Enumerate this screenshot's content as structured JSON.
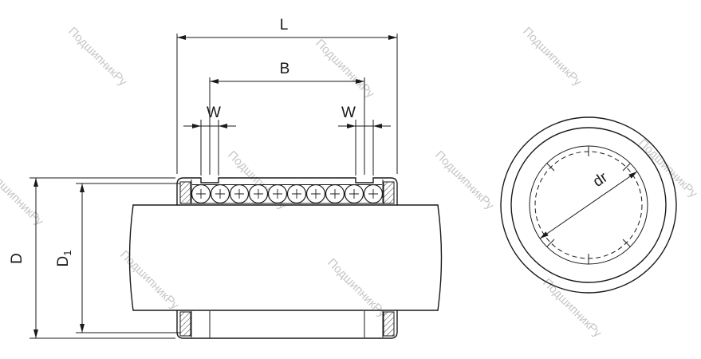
{
  "watermark": {
    "text": "ПодшипникРу"
  },
  "labels": {
    "length_total": "L",
    "length_inner": "B",
    "groove_width_left": "W",
    "groove_width_right": "W",
    "outer_diameter": "D",
    "inner_diameter_base": "D",
    "inner_diameter_subscript": "1",
    "bore_diameter": "dr"
  },
  "colors": {
    "line": "#1a1a1a",
    "watermark": "#c6c6c6",
    "background": "#ffffff"
  }
}
